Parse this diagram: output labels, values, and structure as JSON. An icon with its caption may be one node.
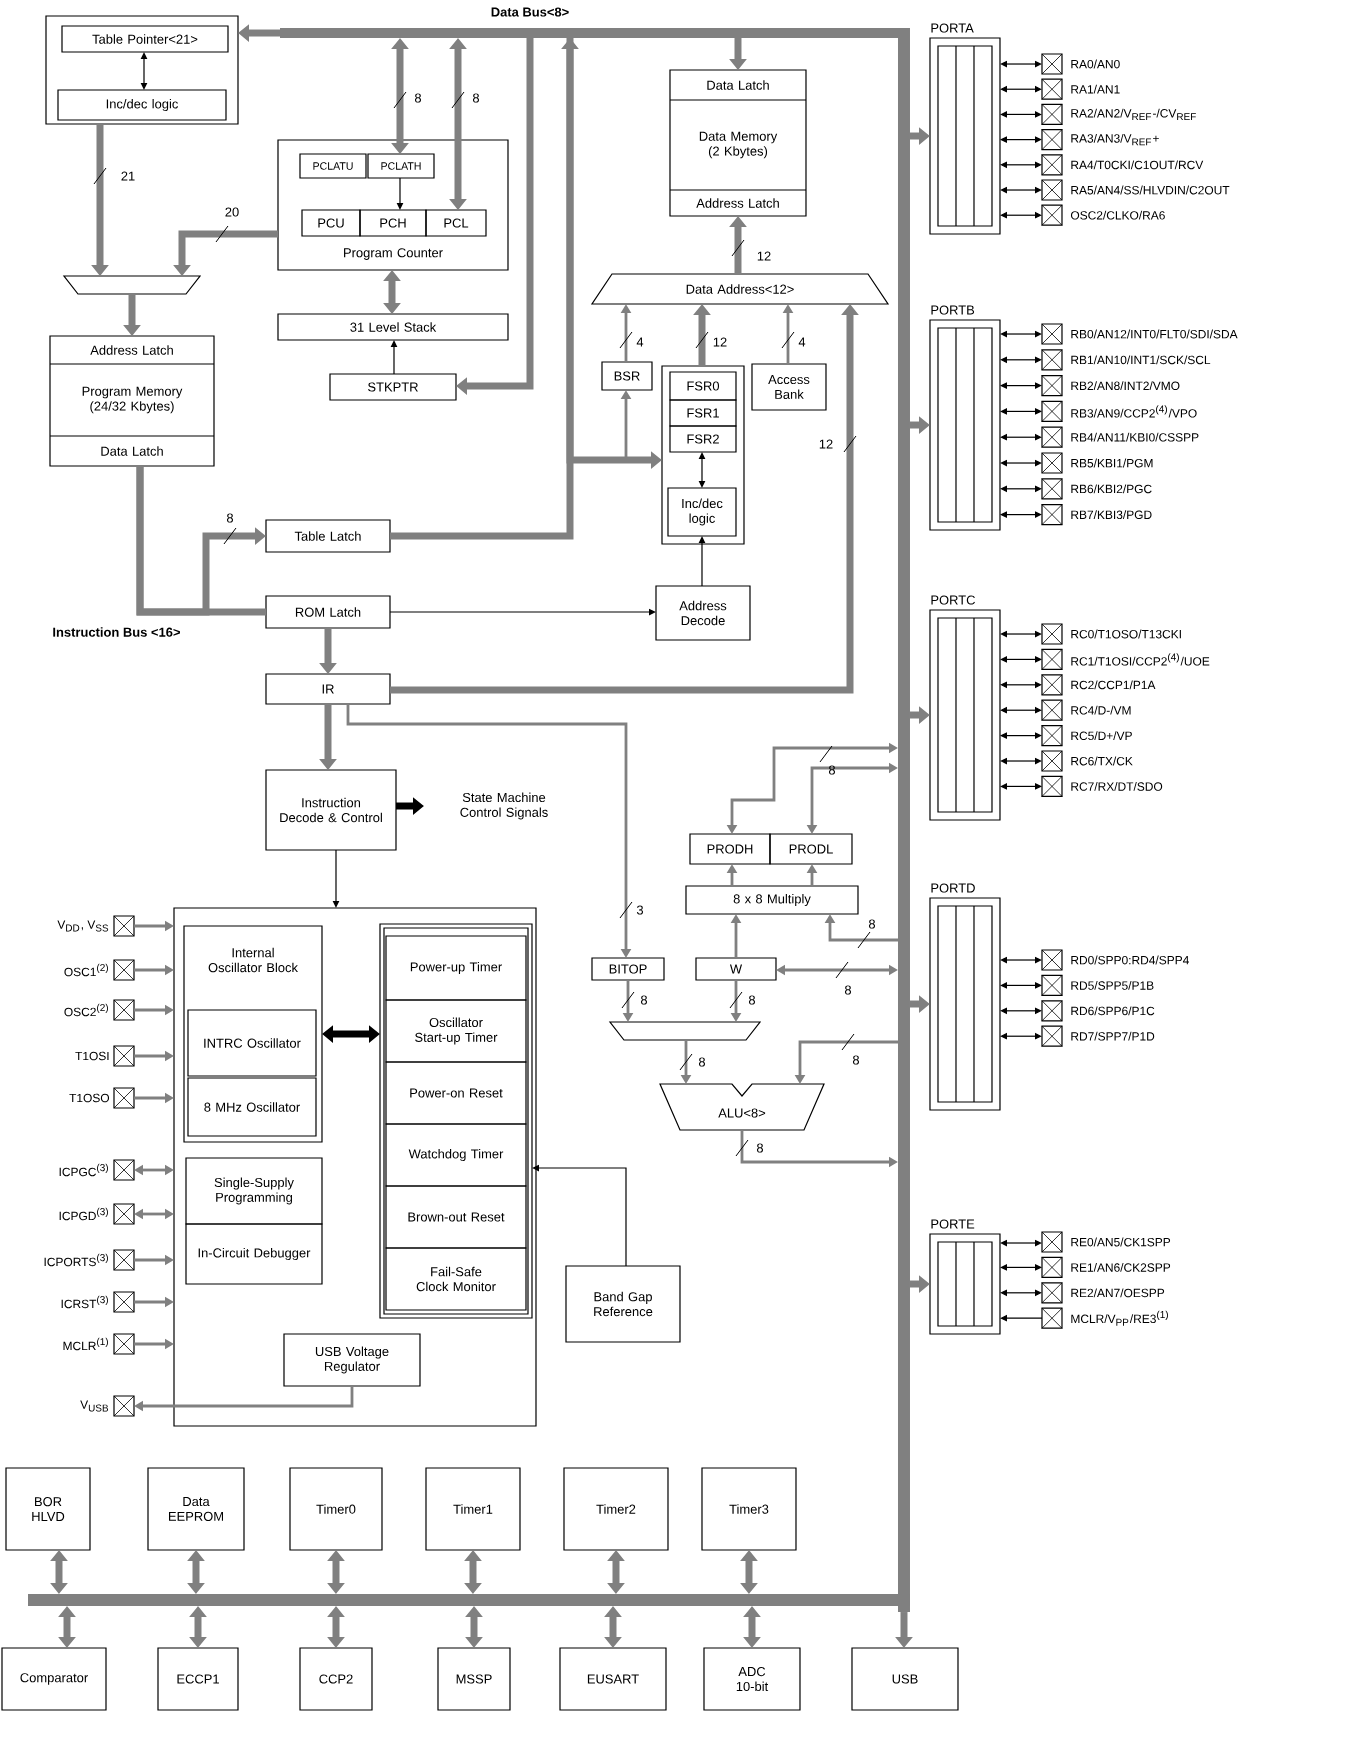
{
  "diagram": {
    "nodes": [
      {
        "text": [],
        "shape": "box"
      },
      {
        "text": [
          "Table Pointer<21>"
        ],
        "in": 0
      },
      {
        "text": [
          "Inc/dec logic"
        ],
        "in": 0
      },
      {
        "text": [
          "Program Counter"
        ]
      },
      {
        "text": [
          "PCLATU"
        ],
        "in": 3
      },
      {
        "text": [
          "PCLATH"
        ],
        "in": 3
      },
      {
        "text": [
          "PCU"
        ],
        "in": 3
      },
      {
        "text": [
          "PCH"
        ],
        "in": 3
      },
      {
        "text": [
          "PCL"
        ],
        "in": 3
      },
      {
        "text": [
          "31 Level Stack"
        ]
      },
      {
        "text": [
          "STKPTR"
        ]
      },
      {
        "text": [],
        "shape": "trapezoid"
      },
      {
        "text": [
          "Address Latch",
          "Program Memory (24/32 Kbytes)",
          "Data Latch"
        ]
      },
      {
        "text": [
          "Table Latch"
        ]
      },
      {
        "text": [
          "ROM Latch"
        ]
      },
      {
        "text": [
          "IR"
        ]
      },
      {
        "text": [
          "Instruction Decode & Control"
        ]
      },
      {
        "text": [
          "State Machine Control Signals"
        ]
      },
      {
        "text": [
          "Data Latch",
          "Data Memory (2 Kbytes)",
          "Address Latch"
        ]
      },
      {
        "text": [
          "Data Address<12>"
        ]
      },
      {
        "text": [
          "BSR"
        ]
      },
      {
        "text": [],
        "shape": "box"
      },
      {
        "text": [
          "FSR0"
        ],
        "in": 21
      },
      {
        "text": [
          "FSR1"
        ],
        "in": 21
      },
      {
        "text": [
          "FSR2"
        ],
        "in": 21
      },
      {
        "text": [
          "Inc/dec logic"
        ],
        "in": 21
      },
      {
        "text": [
          "Access Bank"
        ]
      },
      {
        "text": [
          "Address Decode"
        ]
      },
      {
        "text": [
          "PRODH"
        ]
      },
      {
        "text": [
          "PRODL"
        ]
      },
      {
        "text": [
          "8 x 8 Multiply"
        ]
      },
      {
        "text": [
          "BITOP"
        ]
      },
      {
        "text": [
          "W"
        ]
      },
      {
        "text": [],
        "shape": "trapezoid"
      },
      {
        "text": [
          "ALU<8>"
        ]
      },
      {
        "text": [],
        "shape": "bar",
        "beside": [
          "Data Bus<8>"
        ]
      },
      {
        "text": [],
        "shape": "bar"
      },
      {
        "text": [],
        "shape": "bar"
      },
      {
        "text": [
          "PORTA"
        ]
      },
      {
        "text": [],
        "shape": "box",
        "beside": [
          "RA0/AN0"
        ]
      },
      {
        "text": [],
        "shape": "box",
        "beside": [
          "RA1/AN1"
        ]
      },
      {
        "text": [],
        "shape": "box",
        "beside": [
          "RA2/AN2/V$_{REF}$-/CV$_{REF}$"
        ]
      },
      {
        "text": [],
        "shape": "box",
        "beside": [
          "RA3/AN3/V$_{REF}$+"
        ]
      },
      {
        "text": [],
        "shape": "box",
        "beside": [
          "RA4/T0CKI/C1OUT/RCV"
        ]
      },
      {
        "text": [],
        "shape": "box",
        "beside": [
          "RA5/AN4/SS/HLVDIN/C2OUT"
        ]
      },
      {
        "text": [],
        "shape": "box",
        "beside": [
          "OSC2/CLKO/RA6"
        ]
      },
      {
        "text": [
          "PORTB"
        ]
      },
      {
        "text": [],
        "shape": "box",
        "beside": [
          "RB0/AN12/INT0/FLT0/SDI/SDA"
        ]
      },
      {
        "text": [],
        "shape": "box",
        "beside": [
          "RB1/AN10/INT1/SCK/SCL"
        ]
      },
      {
        "text": [],
        "shape": "box",
        "beside": [
          "RB2/AN8/INT2/VMO"
        ]
      },
      {
        "text": [],
        "shape": "box",
        "beside": [
          "RB3/AN9/CCP2$^{(4)}$/VPO"
        ]
      },
      {
        "text": [],
        "shape": "box",
        "beside": [
          "RB4/AN11/KBI0/CSSPP"
        ]
      },
      {
        "text": [],
        "shape": "box",
        "beside": [
          "RB5/KBI1/PGM"
        ]
      },
      {
        "text": [],
        "shape": "box",
        "beside": [
          "RB6/KBI2/PGC"
        ]
      },
      {
        "text": [],
        "shape": "box",
        "beside": [
          "RB7/KBI3/PGD"
        ]
      },
      {
        "text": [
          "PORTC"
        ]
      },
      {
        "text": [],
        "shape": "box",
        "beside": [
          "RC0/T1OSO/T13CKI"
        ]
      },
      {
        "text": [],
        "shape": "box",
        "beside": [
          "RC1/T1OSI/CCP2$^{(4)}$/UOE"
        ]
      },
      {
        "text": [],
        "shape": "box",
        "beside": [
          "RC2/CCP1/P1A"
        ]
      },
      {
        "text": [],
        "shape": "box",
        "beside": [
          "RC4/D-/VM"
        ]
      },
      {
        "text": [],
        "shape": "box",
        "beside": [
          "RC5/D+/VP"
        ]
      },
      {
        "text": [],
        "shape": "box",
        "beside": [
          "RC6/TX/CK"
        ]
      },
      {
        "text": [],
        "shape": "box",
        "beside": [
          "RC7/RX/DT/SDO"
        ]
      },
      {
        "text": [
          "PORTD"
        ]
      },
      {
        "text": [],
        "shape": "box",
        "beside": [
          "RD0/SPP0:RD4/SPP4"
        ]
      },
      {
        "text": [],
        "shape": "box",
        "beside": [
          "RD5/SPP5/P1B"
        ]
      },
      {
        "text": [],
        "shape": "box",
        "beside": [
          "RD6/SPP6/P1C"
        ]
      },
      {
        "text": [],
        "shape": "box",
        "beside": [
          "RD7/SPP7/P1D"
        ]
      },
      {
        "text": [
          "PORTE"
        ]
      },
      {
        "text": [],
        "shape": "box",
        "beside": [
          "RE0/AN5/CK1SPP"
        ]
      },
      {
        "text": [],
        "shape": "box",
        "beside": [
          "RE1/AN6/CK2SPP"
        ]
      },
      {
        "text": [],
        "shape": "box",
        "beside": [
          "RE2/AN7/OESPP"
        ]
      },
      {
        "text": [],
        "shape": "box",
        "beside": [
          "MCLR/V$_{PP}$/RE3$^{(1)}$"
        ]
      },
      {
        "text": [],
        "shape": "box"
      },
      {
        "text": [
          "Internal Oscillator Block"
        ],
        "in": 73
      },
      {
        "text": [
          "INTRC Oscillator"
        ],
        "in": 74
      },
      {
        "text": [
          "8 MHz Oscillator"
        ],
        "in": 74
      },
      {
        "text": [],
        "shape": "box",
        "in": 73
      },
      {
        "text": [
          "Power-up Timer"
        ],
        "in": 77
      },
      {
        "text": [
          "Oscillator Start-up Timer"
        ],
        "in": 77
      },
      {
        "text": [
          "Power-on Reset"
        ],
        "in": 77
      },
      {
        "text": [
          "Watchdog Timer"
        ],
        "in": 77
      },
      {
        "text": [
          "Brown-out Reset"
        ],
        "in": 77
      },
      {
        "text": [
          "Fail-Safe Clock Monitor"
        ],
        "in": 77
      },
      {
        "text": [
          "Single-Supply Programming"
        ],
        "in": 73
      },
      {
        "text": [
          "In-Circuit Debugger"
        ],
        "in": 73
      },
      {
        "text": [
          "USB Voltage Regulator"
        ],
        "in": 73
      },
      {
        "text": [
          "Band Gap Reference"
        ]
      },
      {
        "text": [],
        "shape": "box",
        "beside": [
          "V$_{DD}$, V$_{SS}$"
        ]
      },
      {
        "text": [],
        "shape": "box",
        "beside": [
          "OSC1$^{(2)}$"
        ]
      },
      {
        "text": [],
        "shape": "box",
        "beside": [
          "OSC2$^{(2)}$"
        ]
      },
      {
        "text": [],
        "shape": "box",
        "beside": [
          "T1OSI"
        ]
      },
      {
        "text": [],
        "shape": "box",
        "beside": [
          "T1OSO"
        ]
      },
      {
        "text": [],
        "shape": "box",
        "beside": [
          "ICPGC$^{(3)}$"
        ]
      },
      {
        "text": [],
        "shape": "box",
        "beside": [
          "ICPGD$^{(3)}$"
        ]
      },
      {
        "text": [],
        "shape": "box",
        "beside": [
          "ICPORTS$^{(3)}$"
        ]
      },
      {
        "text": [],
        "shape": "box",
        "beside": [
          "ICRST$^{(3)}$"
        ]
      },
      {
        "text": [],
        "shape": "box",
        "beside": [
          "MCLR$^{(1)}$"
        ]
      },
      {
        "text": [],
        "shape": "box",
        "beside": [
          "V$_{USB}$"
        ]
      },
      {
        "text": [
          "BOR HLVD"
        ]
      },
      {
        "text": [
          "Data EEPROM"
        ]
      },
      {
        "text": [
          "Timer0"
        ]
      },
      {
        "text": [
          "Timer1"
        ]
      },
      {
        "text": [
          "Timer2"
        ]
      },
      {
        "text": [
          "Timer3"
        ]
      },
      {
        "text": [
          "Comparator"
        ]
      },
      {
        "text": [
          "ECCP1"
        ]
      },
      {
        "text": [
          "CCP2"
        ]
      },
      {
        "text": [
          "MSSP"
        ]
      },
      {
        "text": [
          "EUSART"
        ]
      },
      {
        "text": [
          "ADC 10-bit"
        ]
      },
      {
        "text": [
          "USB"
        ]
      }
    ],
    "edges": [
      {
        "from": 35,
        "to": 0,
        "arrow": "to",
        "style": "thick"
      },
      {
        "from": 35,
        "to": 5,
        "arrow": "both",
        "style": "thick"
      },
      {
        "from": 35,
        "to": 8,
        "arrow": "both",
        "style": "thick"
      },
      {
        "from": 1,
        "to": 2,
        "arrow": "both",
        "color": "#000000"
      },
      {
        "from": 5,
        "to": 7,
        "arrow": "to",
        "color": "#000000"
      },
      {
        "from": 3,
        "to": 9,
        "arrow": "both",
        "style": "thick"
      },
      {
        "from": 10,
        "to": 9,
        "arrow": "to",
        "color": "#000000"
      },
      {
        "from": 35,
        "to": 10,
        "arrow": "to",
        "style": "thick"
      },
      {
        "from": 0,
        "to": 11,
        "arrow": "to",
        "style": "thick"
      },
      {
        "from": 3,
        "to": 11,
        "arrow": "to",
        "style": "thick"
      },
      {
        "from": 11,
        "to": 12,
        "arrow": "to",
        "style": "thick"
      },
      {
        "from": 12,
        "to": 14,
        "arrow": "none",
        "style": "thick"
      },
      {
        "from": 12,
        "to": 13,
        "arrow": "to",
        "style": "thick"
      },
      {
        "from": 13,
        "to": 35,
        "arrow": "to",
        "style": "thick"
      },
      {
        "from": 14,
        "to": 15,
        "arrow": "to",
        "style": "thick"
      },
      {
        "from": 14,
        "to": 27,
        "arrow": "to",
        "color": "#000000"
      },
      {
        "from": 15,
        "to": 16,
        "arrow": "to",
        "style": "thick"
      },
      {
        "from": 15,
        "to": 19,
        "arrow": "to",
        "style": "thick"
      },
      {
        "from": 15,
        "to": 31,
        "arrow": "to"
      },
      {
        "from": 16,
        "to": 17,
        "arrow": "to",
        "style": "thick",
        "color": "#000000"
      },
      {
        "from": 16,
        "to": 73,
        "arrow": "to",
        "color": "#000000"
      },
      {
        "from": 35,
        "to": 18,
        "arrow": "to",
        "style": "thick"
      },
      {
        "from": 19,
        "to": 18,
        "arrow": "to",
        "style": "thick"
      },
      {
        "from": 20,
        "to": 19,
        "arrow": "to"
      },
      {
        "from": 21,
        "to": 19,
        "arrow": "to",
        "style": "thick"
      },
      {
        "from": 26,
        "to": 19,
        "arrow": "to"
      },
      {
        "from": 35,
        "to": 20,
        "arrow": "to"
      },
      {
        "from": 35,
        "to": 21,
        "arrow": "to",
        "style": "thick"
      },
      {
        "from": 25,
        "to": 24,
        "arrow": "both",
        "color": "#000000"
      },
      {
        "from": 27,
        "to": 25,
        "arrow": "to",
        "color": "#000000"
      },
      {
        "from": 36,
        "to": 38,
        "arrow": "to",
        "style": "thick"
      },
      {
        "from": 36,
        "to": 46,
        "arrow": "to",
        "style": "thick"
      },
      {
        "from": 36,
        "to": 55,
        "arrow": "to",
        "style": "thick"
      },
      {
        "from": 36,
        "to": 63,
        "arrow": "to",
        "style": "thick"
      },
      {
        "from": 36,
        "to": 68,
        "arrow": "to",
        "style": "thick"
      },
      {
        "from": 38,
        "to": 39,
        "arrow": "both",
        "color": "#000000"
      },
      {
        "from": 38,
        "to": 40,
        "arrow": "both",
        "color": "#000000"
      },
      {
        "from": 38,
        "to": 41,
        "arrow": "both",
        "color": "#000000"
      },
      {
        "from": 38,
        "to": 42,
        "arrow": "both",
        "color": "#000000"
      },
      {
        "from": 38,
        "to": 43,
        "arrow": "both",
        "color": "#000000"
      },
      {
        "from": 38,
        "to": 44,
        "arrow": "both",
        "color": "#000000"
      },
      {
        "from": 38,
        "to": 45,
        "arrow": "both",
        "color": "#000000"
      },
      {
        "from": 46,
        "to": 47,
        "arrow": "both",
        "color": "#000000"
      },
      {
        "from": 46,
        "to": 48,
        "arrow": "both",
        "color": "#000000"
      },
      {
        "from": 46,
        "to": 49,
        "arrow": "both",
        "color": "#000000"
      },
      {
        "from": 46,
        "to": 50,
        "arrow": "both",
        "color": "#000000"
      },
      {
        "from": 46,
        "to": 51,
        "arrow": "both",
        "color": "#000000"
      },
      {
        "from": 46,
        "to": 52,
        "arrow": "both",
        "color": "#000000"
      },
      {
        "from": 46,
        "to": 53,
        "arrow": "both",
        "color": "#000000"
      },
      {
        "from": 46,
        "to": 54,
        "arrow": "both",
        "color": "#000000"
      },
      {
        "from": 55,
        "to": 56,
        "arrow": "both",
        "color": "#000000"
      },
      {
        "from": 55,
        "to": 57,
        "arrow": "both",
        "color": "#000000"
      },
      {
        "from": 55,
        "to": 58,
        "arrow": "both",
        "color": "#000000"
      },
      {
        "from": 55,
        "to": 59,
        "arrow": "both",
        "color": "#000000"
      },
      {
        "from": 55,
        "to": 60,
        "arrow": "both",
        "color": "#000000"
      },
      {
        "from": 55,
        "to": 61,
        "arrow": "both",
        "color": "#000000"
      },
      {
        "from": 55,
        "to": 62,
        "arrow": "both",
        "color": "#000000"
      },
      {
        "from": 63,
        "to": 64,
        "arrow": "both",
        "color": "#000000"
      },
      {
        "from": 63,
        "to": 65,
        "arrow": "both",
        "color": "#000000"
      },
      {
        "from": 63,
        "to": 66,
        "arrow": "both",
        "color": "#000000"
      },
      {
        "from": 63,
        "to": 67,
        "arrow": "both",
        "color": "#000000"
      },
      {
        "from": 68,
        "to": 69,
        "arrow": "both",
        "color": "#000000"
      },
      {
        "from": 68,
        "to": 70,
        "arrow": "both",
        "color": "#000000"
      },
      {
        "from": 68,
        "to": 71,
        "arrow": "both",
        "color": "#000000"
      },
      {
        "from": 72,
        "to": 68,
        "arrow": "to",
        "color": "#000000"
      },
      {
        "from": 36,
        "to": 28,
        "arrow": "both"
      },
      {
        "from": 36,
        "to": 29,
        "arrow": "both"
      },
      {
        "from": 30,
        "to": 28,
        "arrow": "to"
      },
      {
        "from": 30,
        "to": 29,
        "arrow": "to"
      },
      {
        "from": 32,
        "to": 30,
        "arrow": "to"
      },
      {
        "from": 36,
        "to": 30,
        "arrow": "to"
      },
      {
        "from": 36,
        "to": 32,
        "arrow": "both"
      },
      {
        "from": 31,
        "to": 33,
        "arrow": "to",
        "label": "8"
      },
      {
        "from": 32,
        "to": 33,
        "arrow": "to",
        "label": "8"
      },
      {
        "from": 33,
        "to": 34,
        "arrow": "to"
      },
      {
        "from": 36,
        "to": 34,
        "arrow": "to"
      },
      {
        "from": 34,
        "to": 36,
        "arrow": "to",
        "label": "8"
      },
      {
        "from": 74,
        "to": 77,
        "arrow": "both",
        "style": "thick",
        "color": "#000000"
      },
      {
        "from": 87,
        "to": 77,
        "arrow": "to",
        "color": "#000000"
      },
      {
        "from": 88,
        "to": 73,
        "arrow": "to"
      },
      {
        "from": 89,
        "to": 73,
        "arrow": "to"
      },
      {
        "from": 90,
        "to": 73,
        "arrow": "to"
      },
      {
        "from": 91,
        "to": 73,
        "arrow": "to"
      },
      {
        "from": 92,
        "to": 73,
        "arrow": "to"
      },
      {
        "from": 93,
        "to": 73,
        "arrow": "both"
      },
      {
        "from": 94,
        "to": 73,
        "arrow": "both"
      },
      {
        "from": 95,
        "to": 73,
        "arrow": "to"
      },
      {
        "from": 96,
        "to": 73,
        "arrow": "to"
      },
      {
        "from": 97,
        "to": 73,
        "arrow": "to"
      },
      {
        "from": 86,
        "to": 98,
        "arrow": "to"
      },
      {
        "from": 37,
        "to": 99,
        "arrow": "both",
        "style": "thick"
      },
      {
        "from": 37,
        "to": 100,
        "arrow": "both",
        "style": "thick"
      },
      {
        "from": 37,
        "to": 101,
        "arrow": "both",
        "style": "thick"
      },
      {
        "from": 37,
        "to": 102,
        "arrow": "both",
        "style": "thick"
      },
      {
        "from": 37,
        "to": 103,
        "arrow": "both",
        "style": "thick"
      },
      {
        "from": 37,
        "to": 104,
        "arrow": "both",
        "style": "thick"
      },
      {
        "from": 37,
        "to": 105,
        "arrow": "both",
        "style": "thick"
      },
      {
        "from": 37,
        "to": 106,
        "arrow": "both",
        "style": "thick"
      },
      {
        "from": 37,
        "to": 107,
        "arrow": "both",
        "style": "thick"
      },
      {
        "from": 37,
        "to": 108,
        "arrow": "both",
        "style": "thick"
      },
      {
        "from": 37,
        "to": 109,
        "arrow": "both",
        "style": "thick"
      },
      {
        "from": 37,
        "to": 110,
        "arrow": "both",
        "style": "thick"
      },
      {
        "from": 36,
        "to": 111,
        "arrow": "to",
        "style": "thick"
      }
    ],
    "labels": [
      "8",
      "8",
      "21",
      "20",
      "12",
      "4",
      "12",
      "4",
      "12",
      "8",
      "Instruction Bus <16>",
      "8",
      "3",
      "8",
      "8",
      "8",
      "8"
    ]
  }
}
